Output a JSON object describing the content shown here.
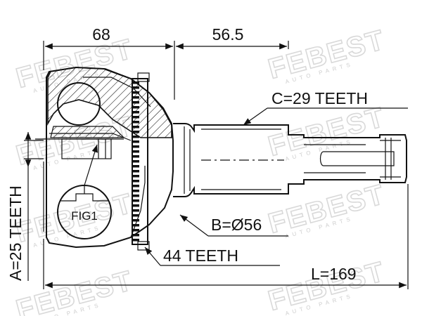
{
  "watermark": {
    "brand": "FEBEST",
    "tagline": "AUTO PARTS"
  },
  "dimensions": {
    "outer_length": "68",
    "shaft_length": "56.5",
    "spline_c": "C=29 TEETH",
    "diameter_b": "B=Ø56",
    "abs_ring": "44 TEETH",
    "total_length": "L=169",
    "spline_a": "A=25 TEETH"
  },
  "figure": {
    "label": "FIG1"
  }
}
